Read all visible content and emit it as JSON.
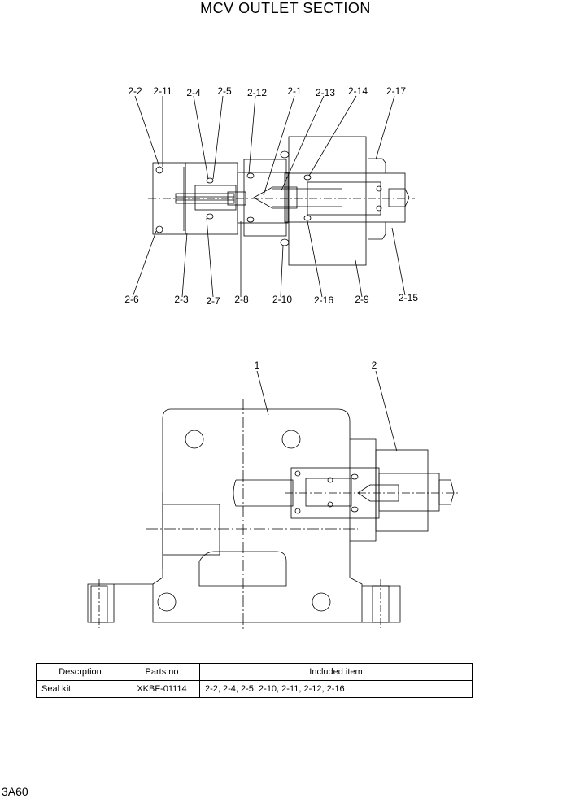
{
  "title": "MCV OUTLET SECTION",
  "callouts_top": {
    "top_row": [
      "2-2",
      "2-11",
      "2-4",
      "2-5",
      "2-12",
      "2-1",
      "2-13",
      "2-14",
      "2-17"
    ],
    "bottom_row": [
      "2-6",
      "2-3",
      "2-7",
      "2-8",
      "2-10",
      "2-16",
      "2-9",
      "2-15"
    ]
  },
  "callouts_bottom": [
    "1",
    "2"
  ],
  "table": {
    "headers": [
      "Descrption",
      "Parts no",
      "Included item"
    ],
    "rows": [
      [
        "Seal kit",
        "XKBF-01114",
        "2-2, 2-4, 2-5, 2-10, 2-11, 2-12, 2-16"
      ]
    ]
  },
  "page_code": "3A60"
}
